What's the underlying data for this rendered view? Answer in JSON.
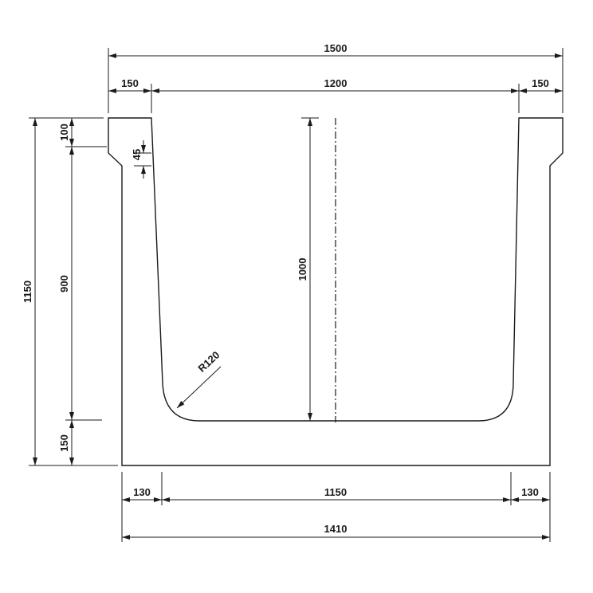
{
  "drawing": {
    "dimensions": {
      "overall_top_width": "1500",
      "top_left_ledge": "150",
      "inner_opening": "1200",
      "top_right_ledge": "150",
      "total_height": "1150",
      "ledge_height": "100",
      "chamfer": "45",
      "inner_depth": "900",
      "base_thickness": "150",
      "center_depth": "1000",
      "corner_radius": "R120",
      "bottom_left_wall": "130",
      "bottom_inner_width": "1150",
      "bottom_right_wall": "130",
      "overall_bottom_width": "1410"
    }
  }
}
